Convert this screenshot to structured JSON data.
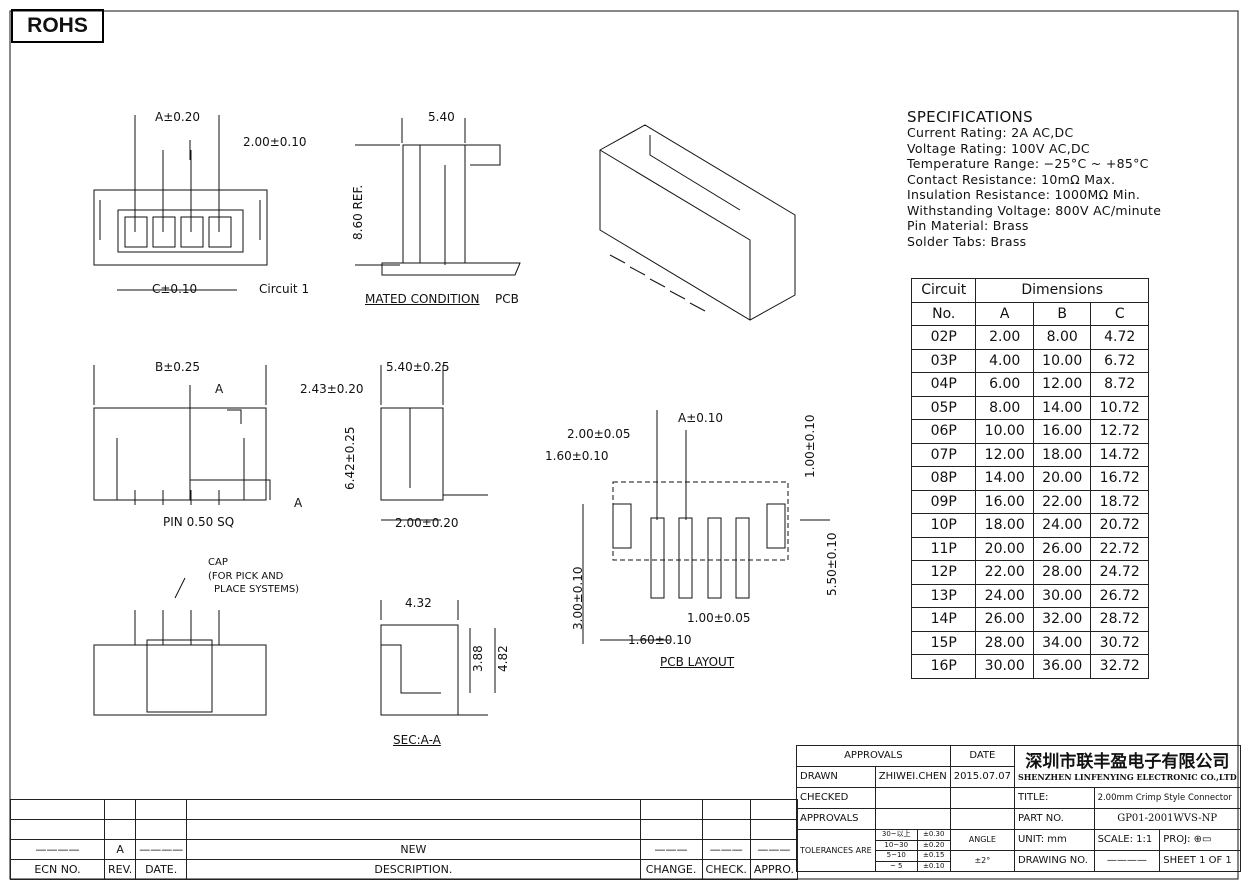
{
  "badge": "ROHS",
  "views": {
    "front": {
      "a": "A±0.20",
      "pitch": "2.00±0.10",
      "c": "C±0.10",
      "circuit": "Circuit  1"
    },
    "mated": {
      "width": "5.40",
      "height": "8.60  REF.",
      "label": "MATED  CONDITION",
      "pcb": "PCB"
    },
    "top": {
      "b": "B±0.25",
      "sec_a1": "A",
      "sec_a2": "A",
      "pin": "PIN  0.50  SQ"
    },
    "side": {
      "width": "5.40±0.25",
      "offset": "2.43±0.20",
      "height": "6.42±0.25",
      "pin": "2.00±0.20"
    },
    "cap": {
      "l1": "CAP",
      "l2": "(FOR PICK AND",
      "l3": "PLACE SYSTEMS)"
    },
    "section": {
      "w": "4.32",
      "h1": "3.88",
      "h2": "4.82",
      "label": "SEC:A-A"
    },
    "pcb": {
      "a": "A±0.10",
      "pitch": "2.00±0.05",
      "tab": "1.60±0.10",
      "top": "1.00±0.10",
      "len": "5.50±0.10",
      "h": "3.00±0.10",
      "hole": "1.00±0.05",
      "tab2": "1.60±0.10",
      "label": "PCB  LAYOUT"
    }
  },
  "specs": {
    "title": "SPECIFICATIONS",
    "lines": [
      "Current  Rating:  2A  AC,DC",
      "Voltage  Rating:  100V  AC,DC",
      "Temperature  Range:  −25°C  ~  +85°C",
      "Contact  Resistance:  10mΩ  Max.",
      "Insulation  Resistance:  1000MΩ  Min.",
      "Withstanding  Voltage:  800V  AC/minute",
      "Pin  Material:  Brass",
      "Solder  Tabs:  Brass"
    ]
  },
  "dim_table": {
    "h1": "Circuit",
    "h2": "Dimensions",
    "h3": "No.",
    "cols": [
      "A",
      "B",
      "C"
    ],
    "rows": [
      [
        "02P",
        "2.00",
        "8.00",
        "4.72"
      ],
      [
        "03P",
        "4.00",
        "10.00",
        "6.72"
      ],
      [
        "04P",
        "6.00",
        "12.00",
        "8.72"
      ],
      [
        "05P",
        "8.00",
        "14.00",
        "10.72"
      ],
      [
        "06P",
        "10.00",
        "16.00",
        "12.72"
      ],
      [
        "07P",
        "12.00",
        "18.00",
        "14.72"
      ],
      [
        "08P",
        "14.00",
        "20.00",
        "16.72"
      ],
      [
        "09P",
        "16.00",
        "22.00",
        "18.72"
      ],
      [
        "10P",
        "18.00",
        "24.00",
        "20.72"
      ],
      [
        "11P",
        "20.00",
        "26.00",
        "22.72"
      ],
      [
        "12P",
        "22.00",
        "28.00",
        "24.72"
      ],
      [
        "13P",
        "24.00",
        "30.00",
        "26.72"
      ],
      [
        "14P",
        "26.00",
        "32.00",
        "28.72"
      ],
      [
        "15P",
        "28.00",
        "34.00",
        "30.72"
      ],
      [
        "16P",
        "30.00",
        "36.00",
        "32.72"
      ]
    ]
  },
  "revision": {
    "ecn": "————",
    "rev": "A",
    "date": "————",
    "desc": "NEW",
    "change": "———",
    "check": "———",
    "appro": "———",
    "headers": {
      "ecn": "ECN  NO.",
      "rev": "REV.",
      "date": "DATE.",
      "desc": "DESCRIPTION.",
      "change": "CHANGE.",
      "check": "CHECK.",
      "appro": "APPRO."
    }
  },
  "title_block": {
    "approvals": "APPROVALS",
    "date": "DATE",
    "drawn": "DRAWN",
    "drawn_by": "ZHIWEI.CHEN",
    "drawn_date": "2015.07.07",
    "checked": "CHECKED",
    "approvals2": "APPROVALS",
    "company_cn": "深圳市联丰盈电子有限公司",
    "company_en": "SHENZHEN LINFENYING ELECTRONIC CO.,LTD",
    "title_label": "TITLE:",
    "title": "2.00mm  Crimp  Style  Connector",
    "part_label": "PART  NO.",
    "part": "GP01-2001WVS-NP",
    "tol_label": "TOLERANCES  ARE",
    "tol": [
      [
        "30~以上",
        "±0.30"
      ],
      [
        "10~30",
        "±0.20"
      ],
      [
        "5~10",
        "±0.15"
      ],
      [
        "~ 5",
        "±0.10"
      ]
    ],
    "angle": "ANGLE",
    "angle_tol": "±2°",
    "unit": "UNIT:  mm",
    "scale": "SCALE:    1:1",
    "proj": "PROJ:",
    "drawing_no": "DRAWING  NO.",
    "drawing_val": "————",
    "sheet": "SHEET    1  OF  1"
  }
}
